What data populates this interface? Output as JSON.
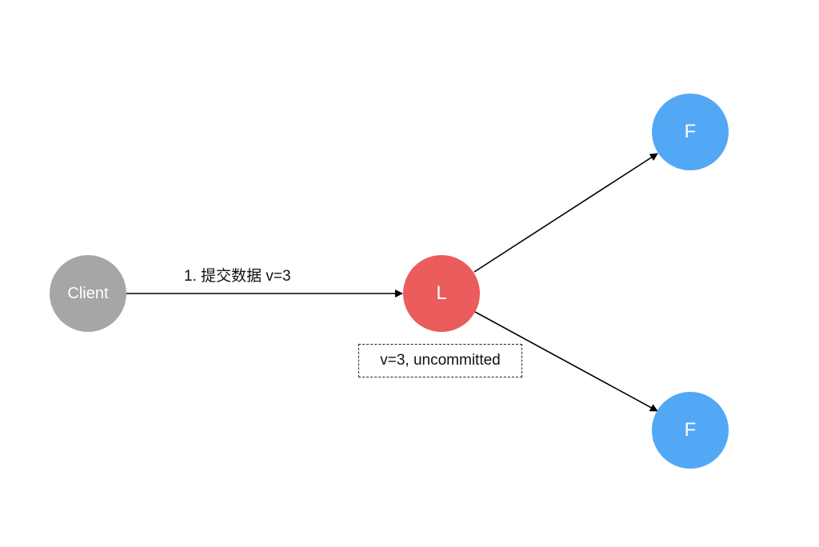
{
  "diagram": {
    "nodes": {
      "client": {
        "label": "Client",
        "color": "#a6a6a6"
      },
      "leader": {
        "label": "L",
        "color": "#eb5c5c"
      },
      "follower_top": {
        "label": "F",
        "color": "#52a8f5"
      },
      "follower_bottom": {
        "label": "F",
        "color": "#52a8f5"
      }
    },
    "edges": {
      "client_to_leader": {
        "label": "1. 提交数据 v=3"
      }
    },
    "leader_status": "v=3, uncommitted"
  }
}
